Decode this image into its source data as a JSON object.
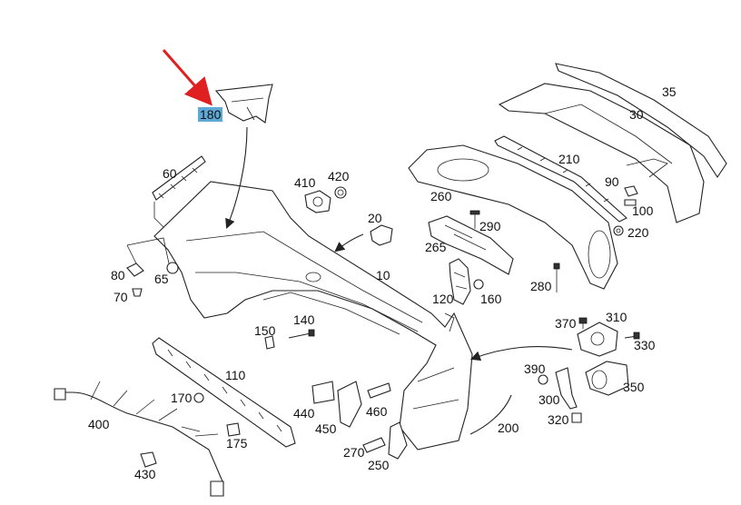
{
  "diagram": {
    "highlight_color": "#5ea8d6",
    "pointer_color": "#e02020",
    "parts": {
      "p10": "10",
      "p20": "20",
      "p30": "30",
      "p35": "35",
      "p60": "60",
      "p65": "65",
      "p70": "70",
      "p80": "80",
      "p90": "90",
      "p100": "100",
      "p110": "110",
      "p120": "120",
      "p140": "140",
      "p150": "150",
      "p160": "160",
      "p170": "170",
      "p175": "175",
      "p180": "180",
      "p200": "200",
      "p210": "210",
      "p220": "220",
      "p250": "250",
      "p260": "260",
      "p265": "265",
      "p270": "270",
      "p280": "280",
      "p290": "290",
      "p300": "300",
      "p310": "310",
      "p320": "320",
      "p330": "330",
      "p350": "350",
      "p370": "370",
      "p390": "390",
      "p400": "400",
      "p410": "410",
      "p420": "420",
      "p430": "430",
      "p440": "440",
      "p450": "450",
      "p460": "460"
    }
  }
}
